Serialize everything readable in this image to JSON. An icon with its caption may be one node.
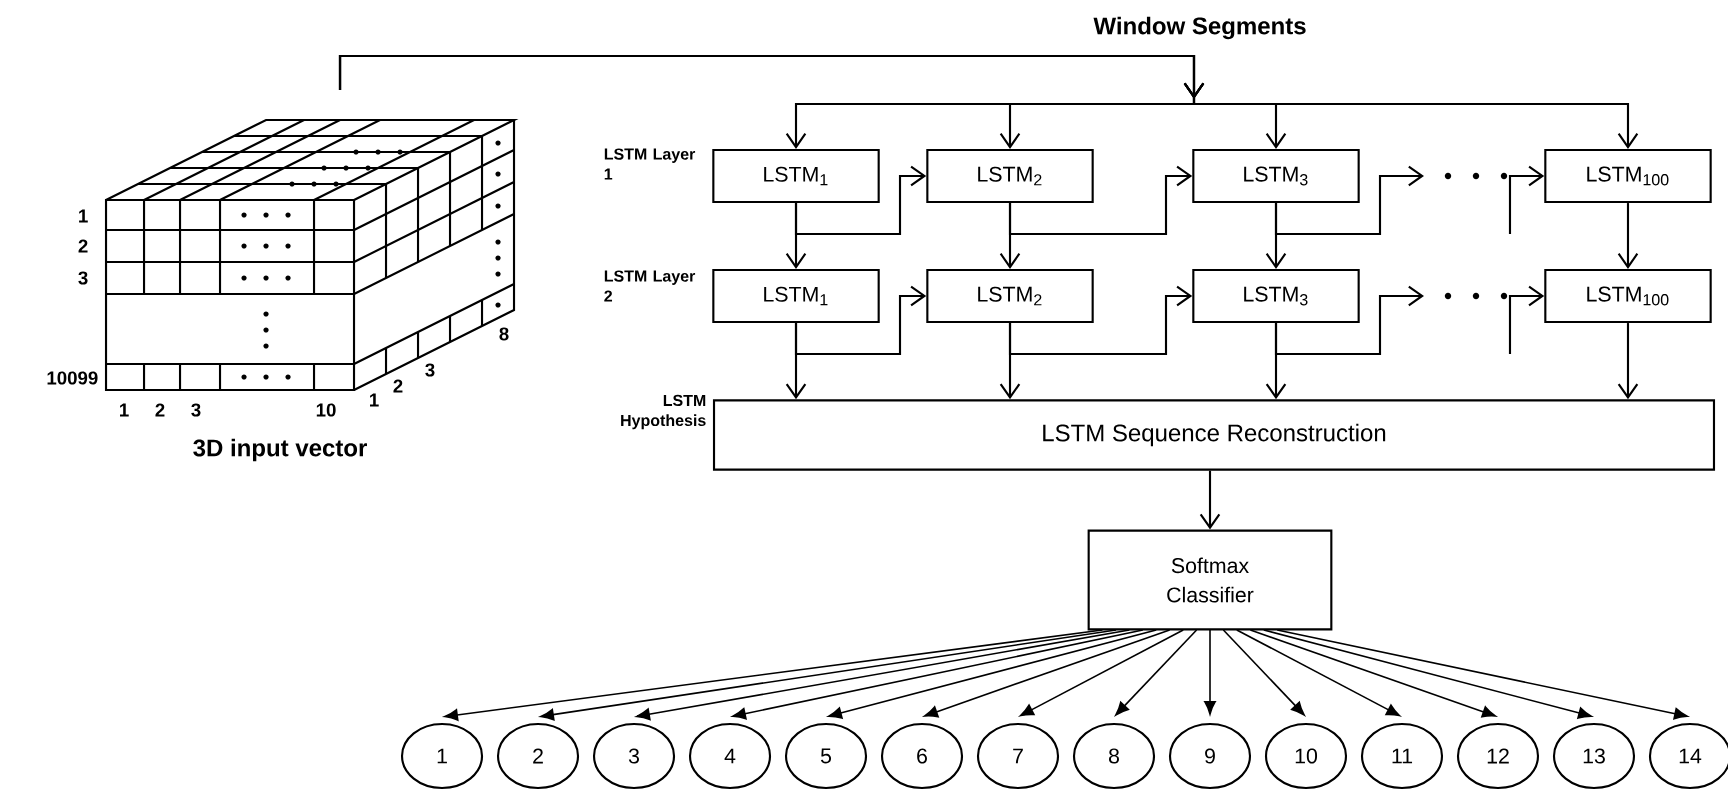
{
  "diagram": {
    "nodes": [
      {
        "text": [
          "3D input vector"
        ]
      },
      {
        "text": [
          "LSTM$_{1}$"
        ]
      },
      {
        "text": [
          "LSTM$_{2}$"
        ]
      },
      {
        "text": [
          "LSTM$_{3}$"
        ]
      },
      {
        "text": [
          "LSTM$_{100}$"
        ]
      },
      {
        "text": [
          "LSTM$_{1}$"
        ]
      },
      {
        "text": [
          "LSTM$_{2}$"
        ]
      },
      {
        "text": [
          "LSTM$_{3}$"
        ]
      },
      {
        "text": [
          "LSTM$_{100}$"
        ]
      },
      {
        "text": [
          "LSTM Sequence Reconstruction"
        ]
      },
      {
        "text": [
          "Softmax Classifier"
        ]
      },
      {
        "text": [
          "1"
        ]
      },
      {
        "text": [
          "2"
        ]
      },
      {
        "text": [
          "3"
        ]
      },
      {
        "text": [
          "4"
        ]
      },
      {
        "text": [
          "5"
        ]
      },
      {
        "text": [
          "6"
        ]
      },
      {
        "text": [
          "7"
        ]
      },
      {
        "text": [
          "8"
        ]
      },
      {
        "text": [
          "9"
        ]
      },
      {
        "text": [
          "10"
        ]
      },
      {
        "text": [
          "11"
        ]
      },
      {
        "text": [
          "12"
        ]
      },
      {
        "text": [
          "13"
        ]
      },
      {
        "text": [
          "14"
        ]
      }
    ],
    "edges": [
      {
        "from": 0,
        "to": 1,
        "arrow": "to",
        "label": "Window Segments"
      },
      {
        "from": 0,
        "to": 2,
        "arrow": "to"
      },
      {
        "from": 0,
        "to": 3,
        "arrow": "to"
      },
      {
        "from": 0,
        "to": 4,
        "arrow": "to"
      },
      {
        "from": 1,
        "to": 5,
        "arrow": "to"
      },
      {
        "from": 2,
        "to": 6,
        "arrow": "to"
      },
      {
        "from": 3,
        "to": 7,
        "arrow": "to"
      },
      {
        "from": 4,
        "to": 8,
        "arrow": "to"
      },
      {
        "from": 1,
        "to": 2,
        "arrow": "to"
      },
      {
        "from": 2,
        "to": 3,
        "arrow": "to"
      },
      {
        "from": 3,
        "to": null,
        "arrow": "to"
      },
      {
        "from": null,
        "to": 4,
        "arrow": "to"
      },
      {
        "from": 5,
        "to": 6,
        "arrow": "to"
      },
      {
        "from": 6,
        "to": 7,
        "arrow": "to"
      },
      {
        "from": 7,
        "to": null,
        "arrow": "to"
      },
      {
        "from": null,
        "to": 8,
        "arrow": "to"
      },
      {
        "from": 5,
        "to": 9,
        "arrow": "to"
      },
      {
        "from": 6,
        "to": 9,
        "arrow": "to"
      },
      {
        "from": 7,
        "to": 9,
        "arrow": "to"
      },
      {
        "from": 8,
        "to": 9,
        "arrow": "to"
      },
      {
        "from": 9,
        "to": 10,
        "arrow": "to"
      },
      {
        "from": 10,
        "to": 11,
        "arrow": "to"
      },
      {
        "from": 10,
        "to": 12,
        "arrow": "to"
      },
      {
        "from": 10,
        "to": 13,
        "arrow": "to"
      },
      {
        "from": 10,
        "to": 14,
        "arrow": "to"
      },
      {
        "from": 10,
        "to": 15,
        "arrow": "to"
      },
      {
        "from": 10,
        "to": 16,
        "arrow": "to"
      },
      {
        "from": 10,
        "to": 17,
        "arrow": "to"
      },
      {
        "from": 10,
        "to": 18,
        "arrow": "to"
      },
      {
        "from": 10,
        "to": 19,
        "arrow": "to"
      },
      {
        "from": 10,
        "to": 20,
        "arrow": "to"
      },
      {
        "from": 10,
        "to": 21,
        "arrow": "to"
      },
      {
        "from": 10,
        "to": 22,
        "arrow": "to"
      },
      {
        "from": 10,
        "to": 23,
        "arrow": "to"
      },
      {
        "from": 10,
        "to": 24,
        "arrow": "to"
      }
    ],
    "labels": [
      "LSTM Layer 1",
      "LSTM Layer 2",
      "LSTM Hypothesis",
      "1",
      "2",
      "3",
      "10099",
      "1",
      "2",
      "3",
      "10",
      "1",
      "2",
      "3",
      "8"
    ]
  }
}
